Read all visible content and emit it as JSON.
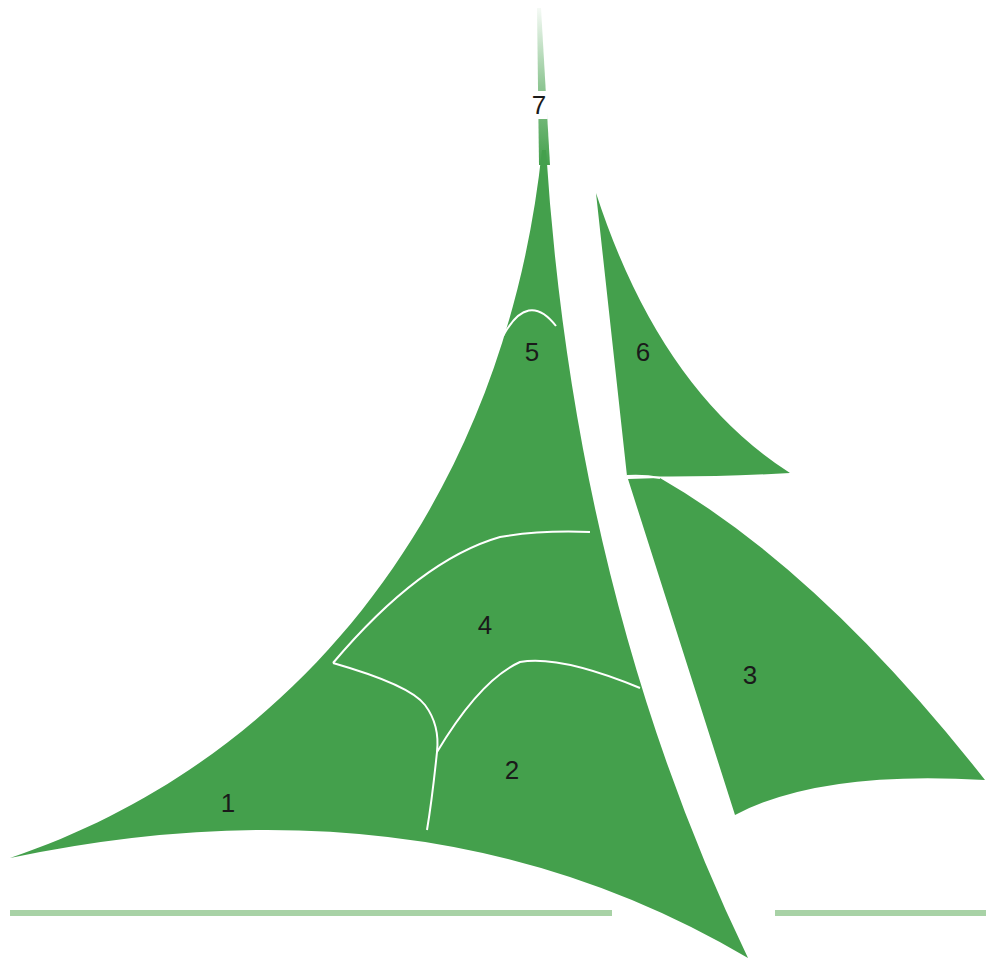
{
  "diagram": {
    "labels": [
      "7",
      "5",
      "6",
      "4",
      "3",
      "2",
      "1"
    ]
  }
}
